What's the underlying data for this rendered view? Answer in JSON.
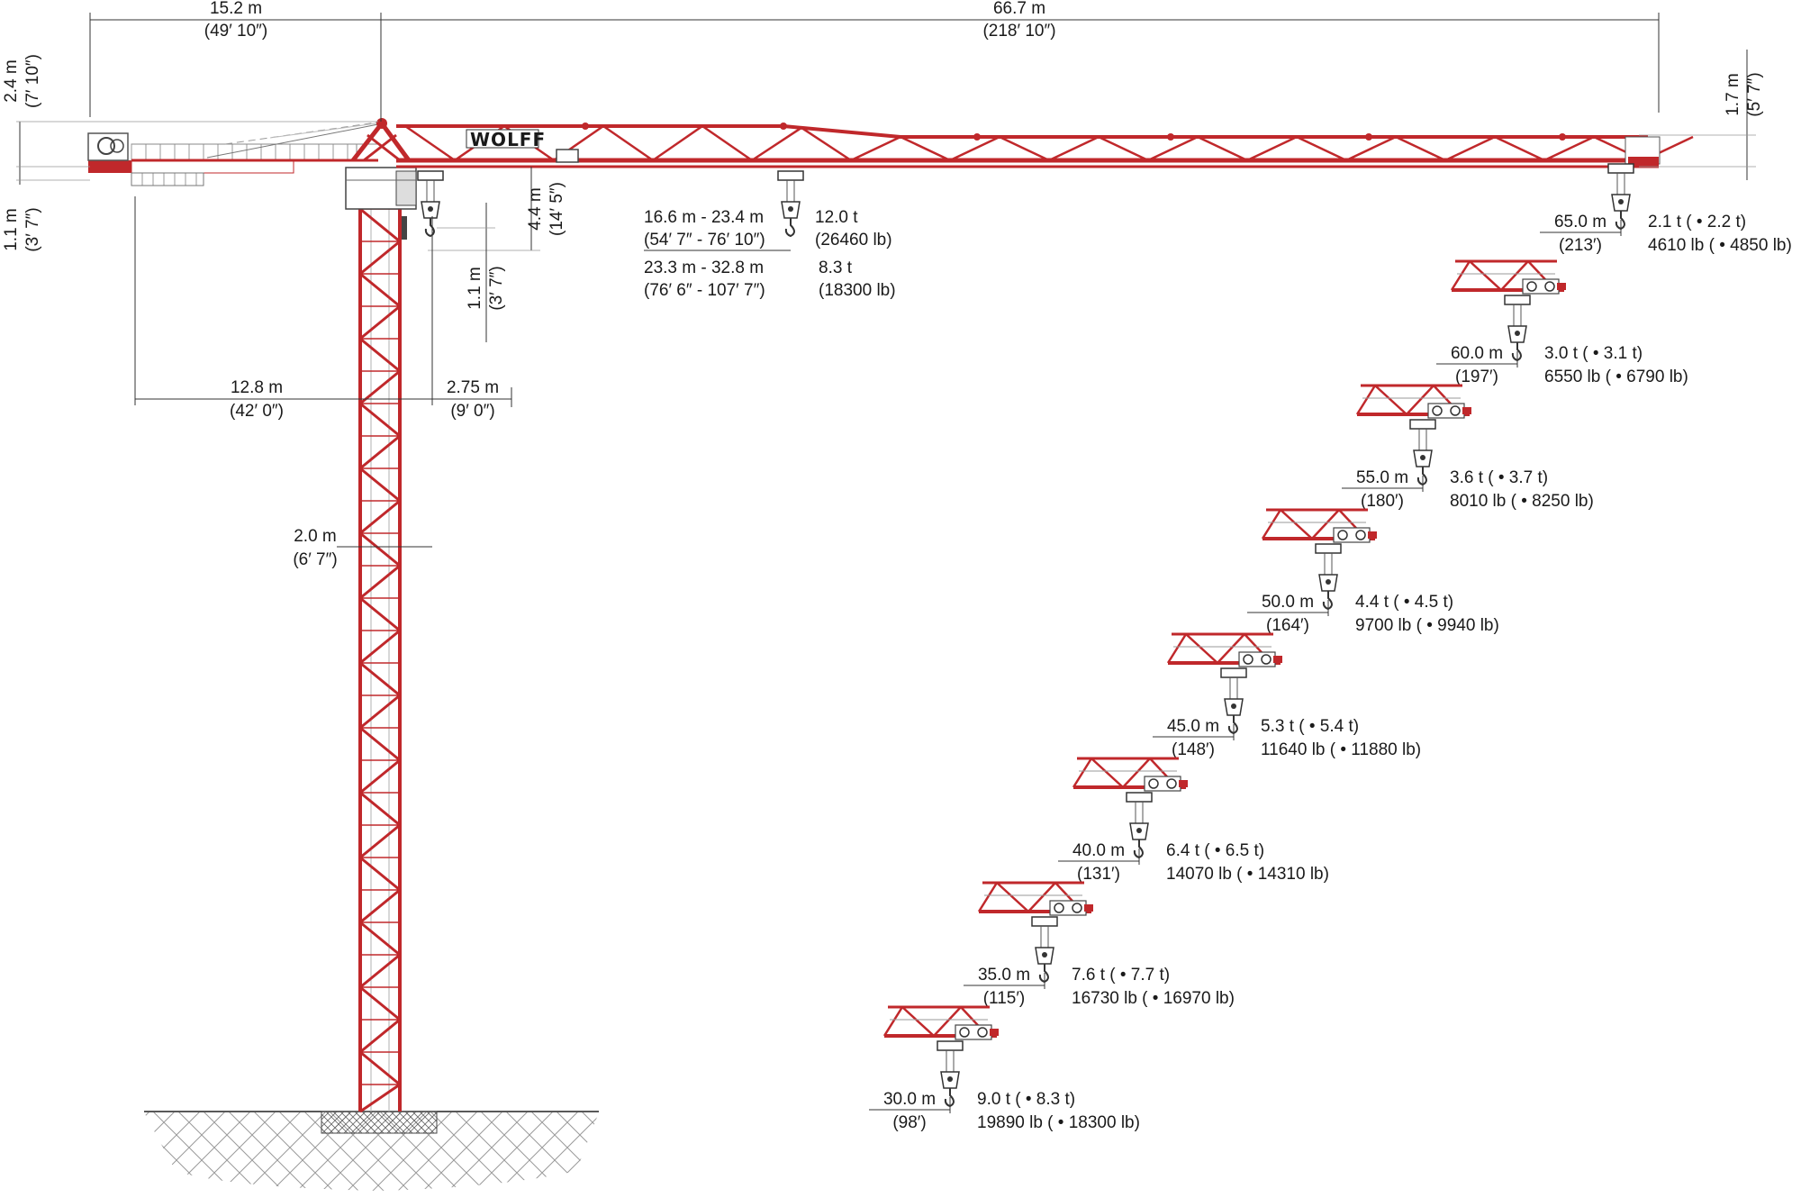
{
  "brand": {
    "name": "WOLFF",
    "accent_color": "#c0282b",
    "line_color": "#333333"
  },
  "dimensions": {
    "counter_jib": {
      "metric": "15.2 m",
      "imperial": "(49′ 10″)"
    },
    "jib_length": {
      "metric": "66.7 m",
      "imperial": "(218′ 10″)"
    },
    "head_height": {
      "metric": "2.4 m",
      "imperial": "(7′ 10″)"
    },
    "jib_depth_left": {
      "metric": "1.1 m",
      "imperial": "(3′ 7″)"
    },
    "jib_tip_height": {
      "metric": "1.7 m",
      "imperial": "(5′ 7″)"
    },
    "hook_clearance": {
      "metric": "4.4 m",
      "imperial": "(14′ 5″)"
    },
    "cab_drop": {
      "metric": "1.1 m",
      "imperial": "(3′ 7″)"
    },
    "tail_radius": {
      "metric": "12.8 m",
      "imperial": "(42′ 0″)"
    },
    "cab_offset": {
      "metric": "2.75 m",
      "imperial": "(9′ 0″)"
    },
    "mast_width": {
      "metric": "2.0 m",
      "imperial": "(6′ 7″)"
    }
  },
  "max_loads": [
    {
      "range_m": "16.6 m - 23.4 m",
      "range_ft": "(54′ 7″ - 76′ 10″)",
      "load_t": "12.0 t",
      "load_lb": "(26460 lb)"
    },
    {
      "range_m": "23.3 m - 32.8 m",
      "range_ft": "(76′ 6″ - 107′ 7″)",
      "load_t": "8.3 t",
      "load_lb": "(18300 lb)"
    }
  ],
  "jib_configurations": [
    {
      "radius_m": "65.0 m",
      "radius_ft": "(213′)",
      "load_t": "2.1 t ( • 2.2 t)",
      "load_lb": "4610 lb ( • 4850 lb)"
    },
    {
      "radius_m": "60.0 m",
      "radius_ft": "(197′)",
      "load_t": "3.0 t ( • 3.1 t)",
      "load_lb": "6550 lb ( • 6790 lb)"
    },
    {
      "radius_m": "55.0 m",
      "radius_ft": "(180′)",
      "load_t": "3.6 t ( • 3.7 t)",
      "load_lb": "8010 lb ( • 8250 lb)"
    },
    {
      "radius_m": "50.0 m",
      "radius_ft": "(164′)",
      "load_t": "4.4 t ( • 4.5 t)",
      "load_lb": "9700 lb ( • 9940 lb)"
    },
    {
      "radius_m": "45.0 m",
      "radius_ft": "(148′)",
      "load_t": "5.3 t ( • 5.4 t)",
      "load_lb": "11640 lb ( • 11880 lb)"
    },
    {
      "radius_m": "40.0 m",
      "radius_ft": "(131′)",
      "load_t": "6.4 t ( • 6.5 t)",
      "load_lb": "14070 lb ( • 14310 lb)"
    },
    {
      "radius_m": "35.0 m",
      "radius_ft": "(115′)",
      "load_t": "7.6 t ( • 7.7 t)",
      "load_lb": "16730 lb ( • 16970 lb)"
    },
    {
      "radius_m": "30.0 m",
      "radius_ft": "(98′)",
      "load_t": "9.0 t ( • 8.3 t)",
      "load_lb": "19890 lb ( • 18300 lb)"
    }
  ]
}
